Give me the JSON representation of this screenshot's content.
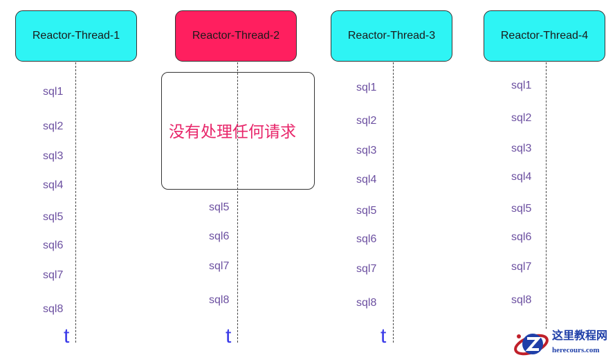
{
  "threads": [
    {
      "name": "Reactor-Thread-1",
      "color": "#2ef4f4",
      "state": "active",
      "sqls": [
        "sql1",
        "sql2",
        "sql3",
        "sql4",
        "sql5",
        "sql6",
        "sql7",
        "sql8"
      ]
    },
    {
      "name": "Reactor-Thread-2",
      "color": "#ff1f5f",
      "state": "idle-then-active",
      "sqls": [
        "sql5",
        "sql6",
        "sql7",
        "sql8"
      ]
    },
    {
      "name": "Reactor-Thread-3",
      "color": "#2ef4f4",
      "state": "active",
      "sqls": [
        "sql1",
        "sql2",
        "sql3",
        "sql4",
        "sql5",
        "sql6",
        "sql7",
        "sql8"
      ]
    },
    {
      "name": "Reactor-Thread-4",
      "color": "#2ef4f4",
      "state": "active",
      "sqls": [
        "sql1",
        "sql2",
        "sql3",
        "sql4",
        "sql5",
        "sql6",
        "sql7",
        "sql8"
      ]
    }
  ],
  "time_axis_label": "t",
  "idle_note": "没有处理任何请求",
  "watermark": {
    "cn": "这里教程网",
    "en": "herecours.com"
  }
}
